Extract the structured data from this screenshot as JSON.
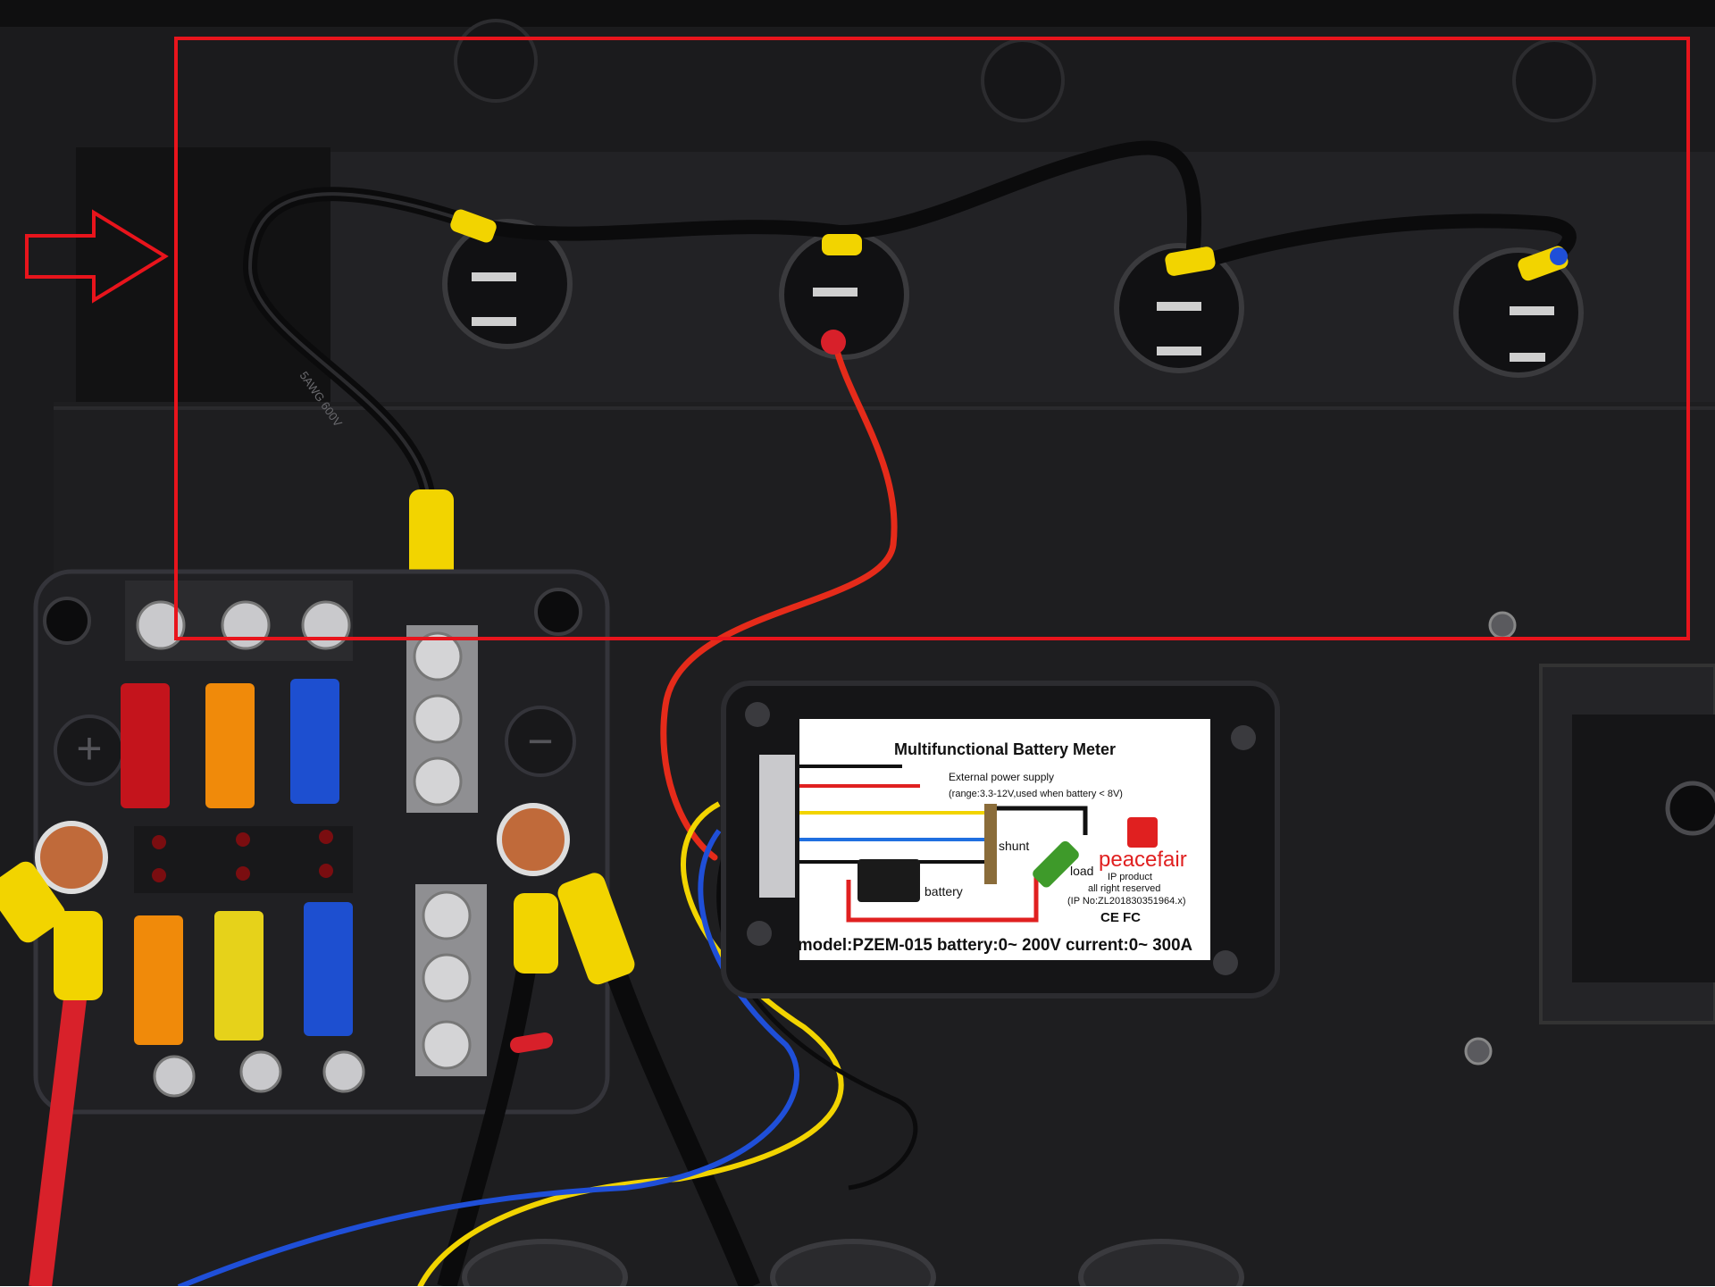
{
  "meter_label": {
    "title": "Multifunctional Battery Meter",
    "ext_supply": "External power supply",
    "ext_range": "(range:3.3-12V,used when battery < 8V)",
    "shunt": "shunt",
    "battery": "battery",
    "load": "load",
    "brand": "peacefair",
    "ip_product": "IP product",
    "rights": "all right reserved",
    "ip_no": "(IP No:ZL201830351964.x)",
    "cert": "CE FC",
    "model_line": "model:PZEM-015 battery:0~ 200V current:0~ 300A"
  },
  "fuse_block": {
    "plus_symbol": "+",
    "minus_symbol": "−"
  },
  "cable_print": "5AWG 600V",
  "annotation": {
    "color": "#e8141c",
    "shapes": [
      "highlight-rectangle",
      "right-arrow"
    ]
  },
  "colors": {
    "panel": "#1c1c1e",
    "wire_red": "#e52b1a",
    "wire_yellow": "#f2d400",
    "wire_blue": "#1f4fd8",
    "fuse_red": "#c4141c",
    "fuse_orange": "#f08a0a",
    "fuse_blue": "#1d4fd0",
    "fuse_yellow": "#e6d21a"
  }
}
